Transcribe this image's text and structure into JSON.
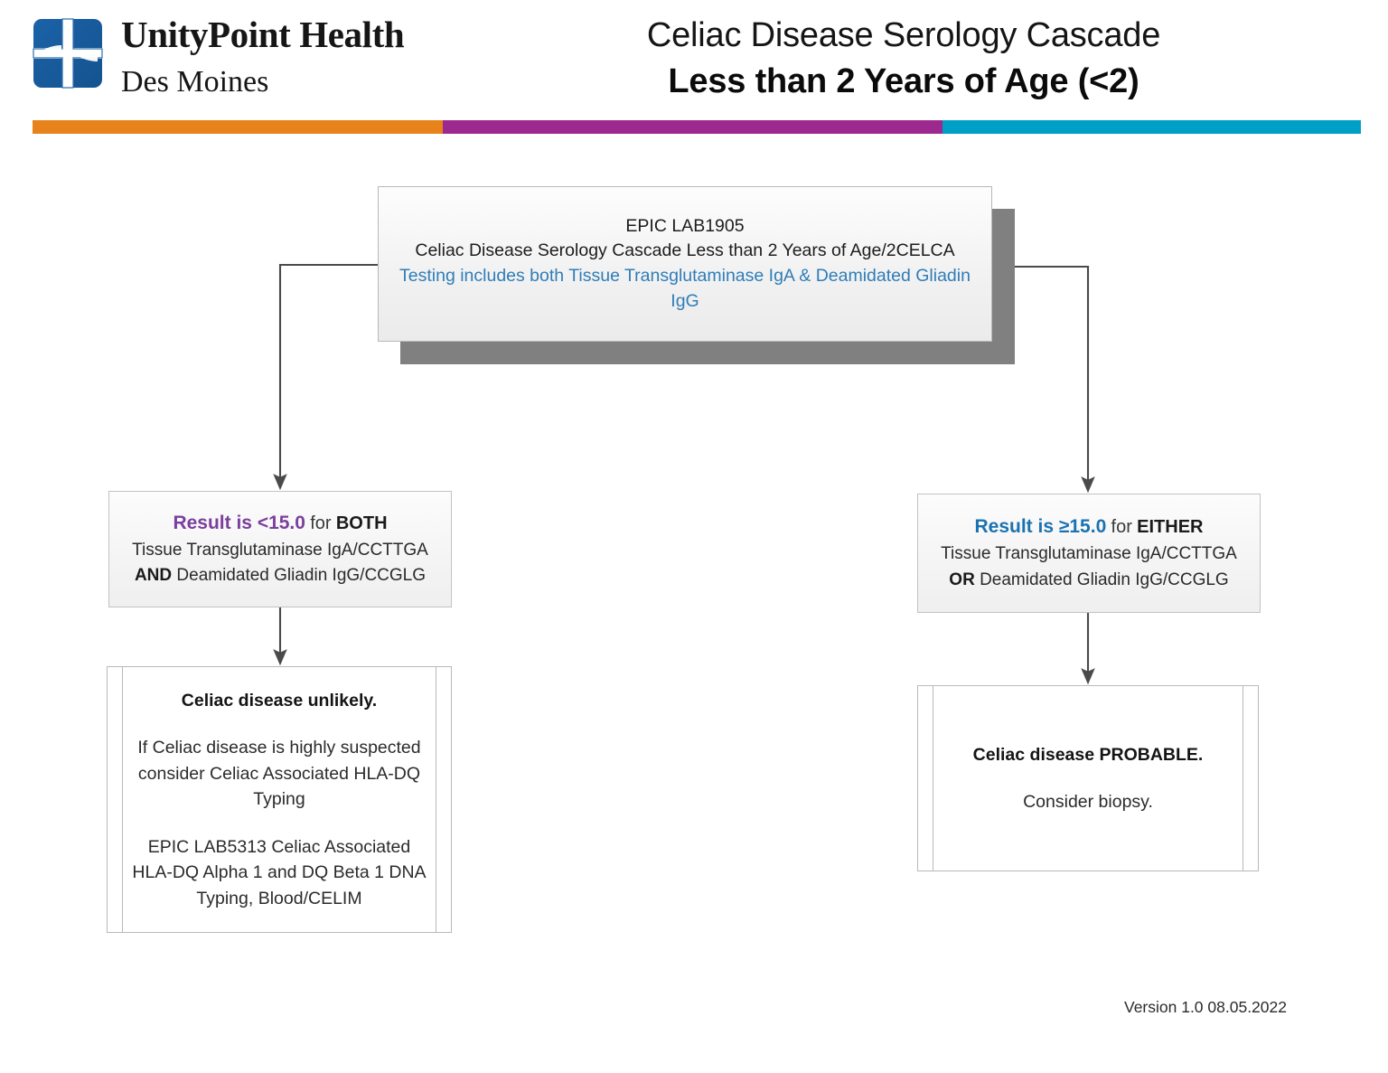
{
  "header": {
    "logo": {
      "icon_name": "unitypoint-cross-logo",
      "brand": "UnityPoint Health",
      "location": "Des Moines",
      "color": "#1a5c9e"
    },
    "title_line1": "Celiac Disease Serology Cascade",
    "title_line2": "Less than 2 Years of Age (<2)",
    "rule_colors": {
      "orange": "#e8821a",
      "purple": "#9c2a8e",
      "cyan": "#00a0c6"
    }
  },
  "flow": {
    "order_box": {
      "line1": "EPIC LAB1905",
      "line2": "Celiac Disease Serology Cascade Less than 2 Years of Age/2CELCA",
      "line3": "Testing includes both Tissue Transglutaminase IgA & Deamidated Gliadin IgG",
      "note_color": "#2f7db8"
    },
    "left_decision": {
      "result_label": "Result is <15.0",
      "result_color": "#7b3f9d",
      "for_word": "for",
      "quantifier": "BOTH",
      "analyte1": "Tissue Transglutaminase IgA/CCTTGA",
      "operator": "AND",
      "analyte2": "Deamidated Gliadin IgG/CCGLG"
    },
    "right_decision": {
      "result_label": "Result is ≥15.0",
      "result_color": "#1b72b0",
      "for_word": "for",
      "quantifier": "EITHER",
      "analyte1": "Tissue Transglutaminase IgA/CCTTGA",
      "operator": "OR",
      "analyte2": "Deamidated Gliadin IgG/CCGLG"
    },
    "left_outcome": {
      "headline": "Celiac disease unlikely.",
      "paragraph1": "If Celiac disease is highly suspected consider Celiac Associated HLA-DQ Typing",
      "paragraph2": "EPIC LAB5313 Celiac Associated HLA-DQ Alpha 1 and DQ Beta 1 DNA Typing, Blood/CELIM"
    },
    "right_outcome": {
      "headline": "Celiac disease PROBABLE.",
      "paragraph1": "Consider biopsy."
    }
  },
  "footer": {
    "version": "Version 1.0 08.05.2022"
  }
}
